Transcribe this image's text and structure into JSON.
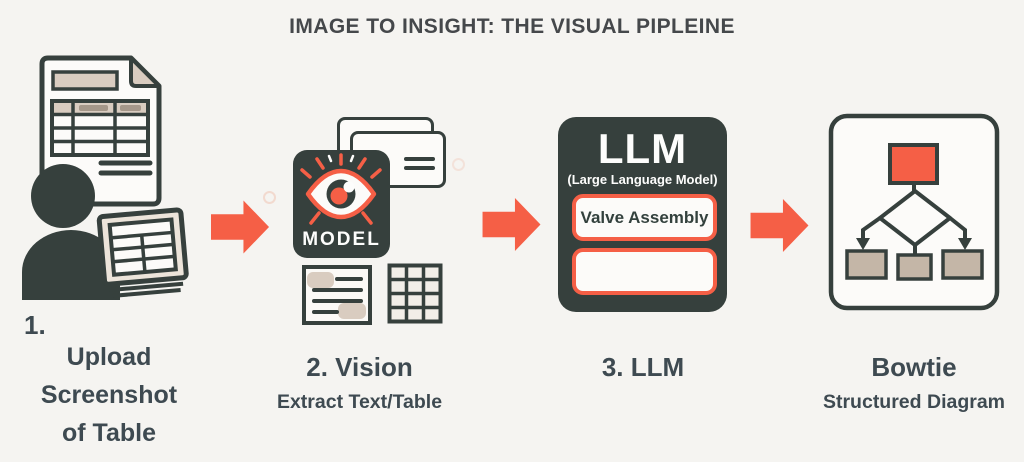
{
  "title": "IMAGE TO INSIGHT: THE VISUAL PIPLEINE",
  "colors": {
    "background": "#f5f4f1",
    "ink": "#36403d",
    "text": "#3e4a51",
    "title_text": "#45484b",
    "accent": "#f55f46",
    "beige": "#d9ccc0",
    "beige_dark": "#c4b6a7",
    "card": "#fcfbf9",
    "field_text": "#33413d"
  },
  "steps": {
    "upload": {
      "number": "1.",
      "lines": [
        "Upload",
        "Screenshot",
        "of Table"
      ]
    },
    "vision": {
      "label": "2. Vision",
      "sublabel": "Extract Text/Table",
      "badge": "MODEL"
    },
    "llm": {
      "label": "3. LLM",
      "box_title": "LLM",
      "box_subtitle": "(Large Language Model)",
      "slots": [
        "Valve Assembly",
        ""
      ]
    },
    "bowtie": {
      "label": "Bowtie",
      "sublabel": "Structured Diagram"
    }
  },
  "icons": {
    "step1": "user-upload-table-document-icon",
    "step2": "vision-model-eye-icon",
    "step4": "bowtie-structured-diagram-icon",
    "arrows": "right-flow-arrow-icon"
  }
}
